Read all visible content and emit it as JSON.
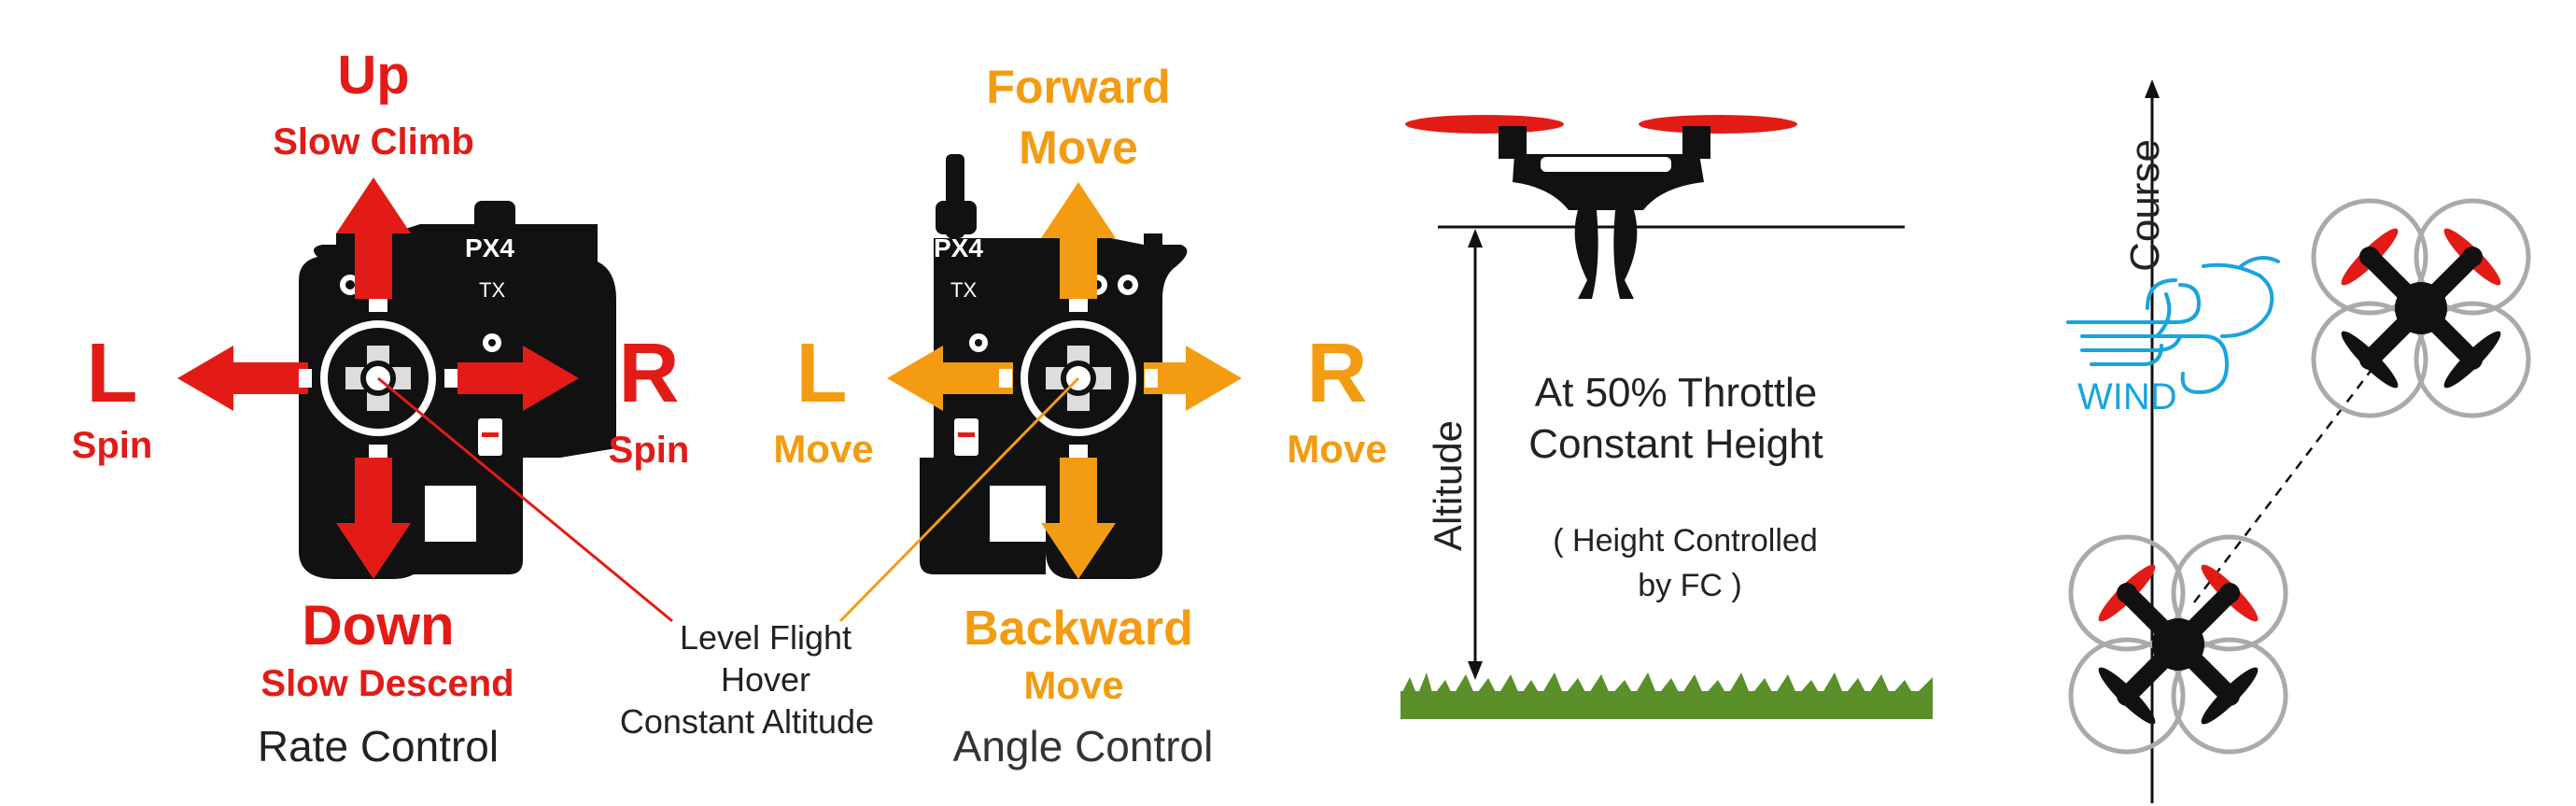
{
  "rate_panel": {
    "up": "Up",
    "up_sub": "Slow Climb",
    "down": "Down",
    "down_sub": "Slow Descend",
    "left": "L",
    "left_sub": "Spin",
    "right": "R",
    "right_sub": "Spin",
    "caption": "Rate Control",
    "tx_brand": "PX4",
    "tx_model": "TX"
  },
  "angle_panel": {
    "up": "Forward",
    "up_sub": "Move",
    "down": "Backward",
    "down_sub": "Move",
    "left": "L",
    "left_sub": "Move",
    "right": "R",
    "right_sub": "Move",
    "caption": "Angle Control",
    "tx_brand": "PX4",
    "tx_model": "TX"
  },
  "center_note": {
    "line1": "Level Flight",
    "line2": "Hover",
    "line3": "Constant Altitude"
  },
  "altitude_panel": {
    "axis_label": "Altitude",
    "line1": "At 50% Throttle",
    "line2": "Constant Height",
    "note1": "( Height Controlled",
    "note2": "by FC )"
  },
  "course_panel": {
    "course_label": "Course",
    "wind_label": "WIND"
  },
  "colors": {
    "rate_accent": "#e31b16",
    "angle_accent": "#f39c12",
    "wind": "#1aa3e0",
    "grass": "#5a8f2a",
    "body": "#111111"
  }
}
